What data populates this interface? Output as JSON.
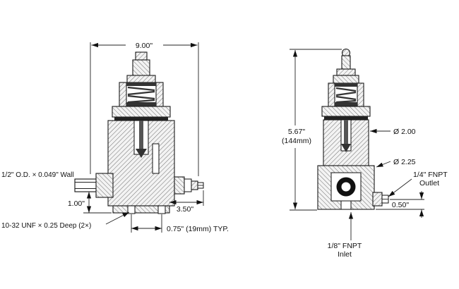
{
  "drawing": {
    "left_view": {
      "dim_overall_width": "9.00\"",
      "tube_label": "1/2\" O.D. × 0.049\" Wall",
      "dim_tube_drop": "1.00\"",
      "tapped_hole_label": "10-32 UNF × 0.25 Deep (2×)",
      "dim_fitting": "3.50\"",
      "dim_hole_spacing": "0.75\" (19mm) TYP."
    },
    "right_view": {
      "dim_overall_height_in": "5.67\"",
      "dim_overall_height_mm": "(144mm)",
      "dim_body_diameter": "Ø 2.00",
      "dim_base_diameter": "Ø 2.25",
      "outlet_label_line1": "1/4\" FNPT",
      "outlet_label_line2": "Outlet",
      "dim_outlet_height": "0.50\"",
      "inlet_label_line1": "1/8\" FNPT",
      "inlet_label_line2": "Inlet"
    }
  }
}
